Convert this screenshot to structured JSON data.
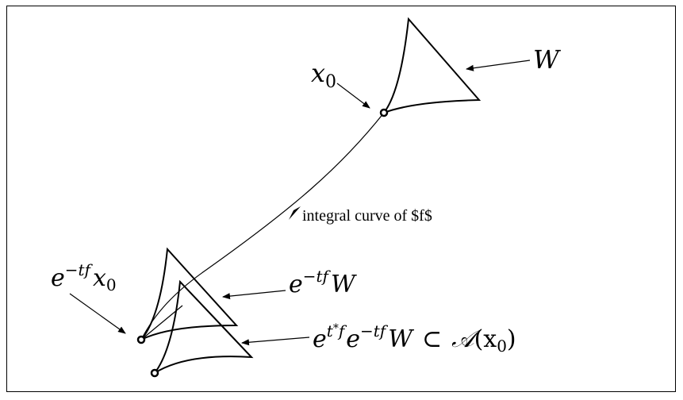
{
  "labels": {
    "w": "W",
    "x0_base": "x",
    "x0_sub": "0",
    "integral_curve": "integral curve of $f$",
    "flow_x0_base": "e",
    "flow_x0_sup": "−tf",
    "flow_x0_var": "x",
    "flow_x0_sub": "0",
    "flow_w_base": "e",
    "flow_w_sup": "−tf",
    "flow_w_var": "W",
    "reach_e1": "e",
    "reach_sup1_t": "t",
    "reach_sup1_star": "*",
    "reach_sup1_f": "f",
    "reach_e2": "e",
    "reach_sup2": "−tf",
    "reach_w": "W",
    "reach_subset": "⊂",
    "reach_a": "𝒜",
    "reach_args": "(x",
    "reach_args_sub": "0",
    "reach_close": ")"
  }
}
